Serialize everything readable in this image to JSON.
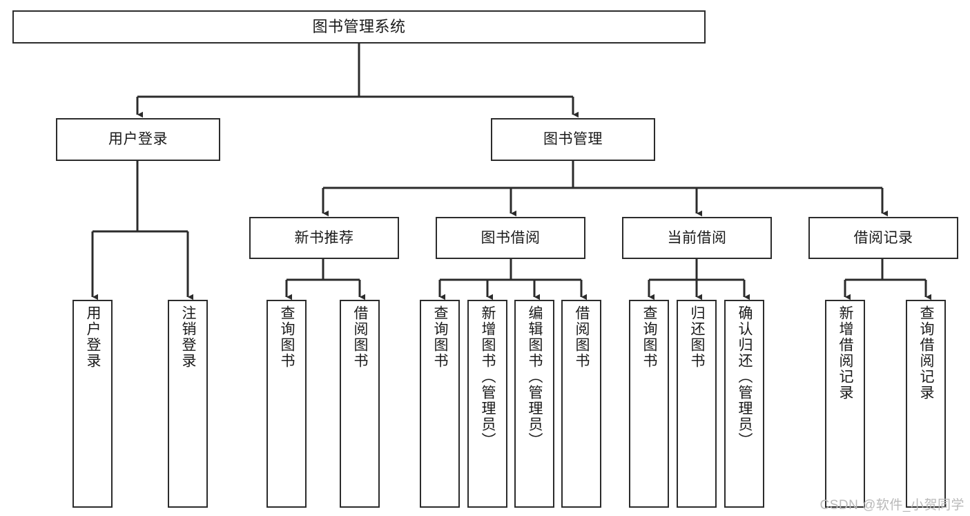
{
  "diagram": {
    "title": "图书管理系统",
    "type": "tree",
    "watermark": "CSDN @软件_小贺同学",
    "colors": {
      "box_border": "#2b2b2b",
      "box_fill": "#ffffff",
      "connector": "#2b2b2b",
      "text": "#1a1a1a",
      "watermark": "#b9b9b9",
      "background": "#ffffff"
    },
    "root": {
      "label": "图书管理系统"
    },
    "level2": [
      {
        "label": "用户登录"
      },
      {
        "label": "图书管理"
      }
    ],
    "level3": [
      {
        "label": "新书推荐"
      },
      {
        "label": "图书借阅"
      },
      {
        "label": "当前借阅"
      },
      {
        "label": "借阅记录"
      }
    ],
    "leaves": {
      "user_login": [
        {
          "label": "用户登录"
        },
        {
          "label": "注销登录"
        }
      ],
      "new_book_recommend": [
        {
          "label": "查询图书"
        },
        {
          "label": "借阅图书"
        }
      ],
      "book_borrow": [
        {
          "label": "查询图书"
        },
        {
          "label": "新增图书（管理员）"
        },
        {
          "label": "编辑图书（管理员）"
        },
        {
          "label": "借阅图书"
        }
      ],
      "current_borrow": [
        {
          "label": "查询图书"
        },
        {
          "label": "归还图书"
        },
        {
          "label": "确认归还（管理员）"
        }
      ],
      "borrow_record": [
        {
          "label": "新增借阅记录"
        },
        {
          "label": "查询借阅记录"
        }
      ]
    }
  }
}
